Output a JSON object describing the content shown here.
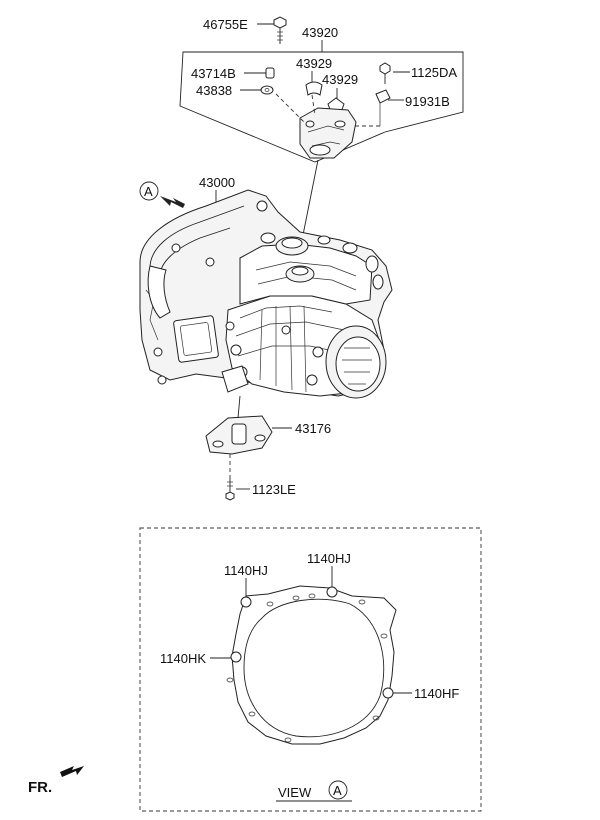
{
  "diagram": {
    "parts": {
      "p46755E": "46755E",
      "p43920": "43920",
      "p43714B": "43714B",
      "p43838": "43838",
      "p43929a": "43929",
      "p43929b": "43929",
      "p1125DA": "1125DA",
      "p91931B": "91931B",
      "p43000": "43000",
      "p43176": "43176",
      "p1123LE": "1123LE",
      "p1140HJa": "1140HJ",
      "p1140HJb": "1140HJ",
      "p1140HK": "1140HK",
      "p1140HF": "1140HF"
    },
    "view_marker": "A",
    "view_caption": "VIEW",
    "view_caption_marker": "A",
    "direction_label": "FR."
  }
}
